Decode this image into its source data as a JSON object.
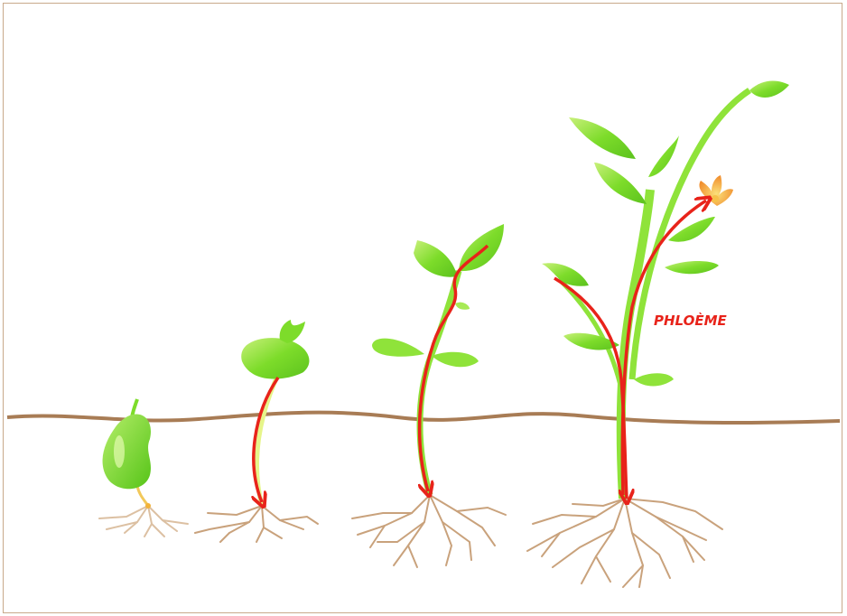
{
  "diagram": {
    "label_phloem": "PHLOÈME",
    "colors": {
      "leaf": "#7ddc2a",
      "leaf_light": "#c8f07a",
      "stem": "#8fe33a",
      "root": "#c9a27c",
      "soil": "#a87c55",
      "arrow": "#e8231a",
      "flower": "#f4a23a"
    },
    "stages": [
      {
        "name": "seed"
      },
      {
        "name": "germination"
      },
      {
        "name": "young-plant"
      },
      {
        "name": "mature-plant"
      }
    ]
  }
}
